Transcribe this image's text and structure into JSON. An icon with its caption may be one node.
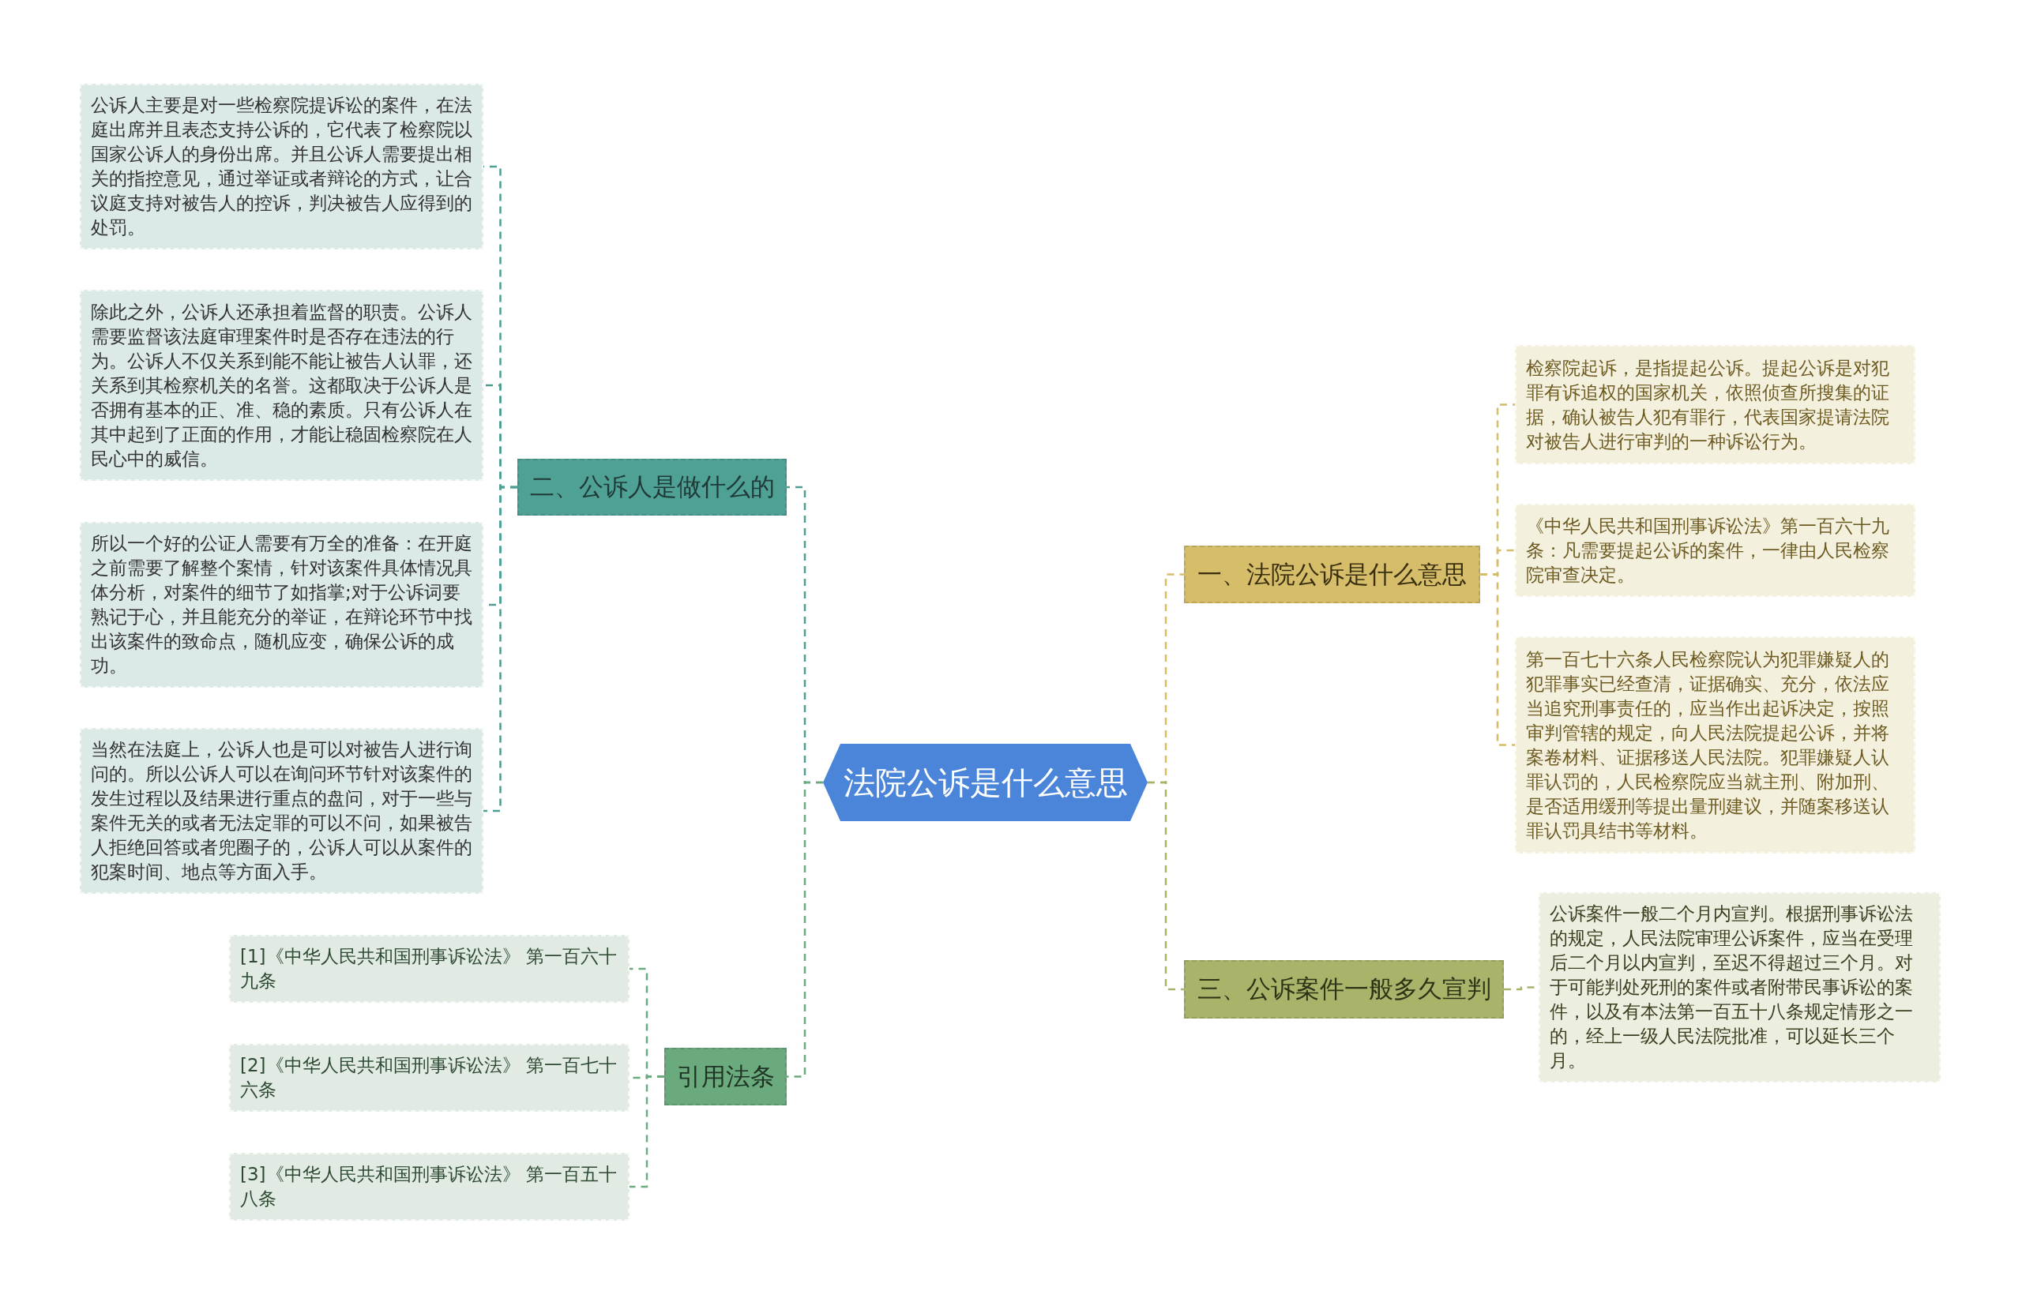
{
  "diagram": {
    "nodes": [
      {
        "text": [
          "法院公诉是什么意思"
        ]
      },
      {
        "text": [
          "二、公诉人是做什么的"
        ]
      },
      {
        "text": [
          "公诉人主要是对一些检察院提诉讼的案件，在法庭出席并且表态支持公诉的，它代表了检察院以国家公诉人的身份出席。并且公诉人需要提出相关的指控意见，通过举证或者辩论的方式，让合议庭支持对被告人的控诉，判决被告人应得到的处罚。"
        ]
      },
      {
        "text": [
          "除此之外，公诉人还承担着监督的职责。公诉人需要监督该法庭审理案件时是否存在违法的行为。公诉人不仅关系到能不能让被告人认罪，还关系到其检察机关的名誉。这都取决于公诉人是否拥有基本的正、准、稳的素质。只有公诉人在其中起到了正面的作用，才能让稳固检察院在人民心中的威信。"
        ]
      },
      {
        "text": [
          "所以一个好的公证人需要有万全的准备：在开庭之前需要了解整个案情，针对该案件具体情况具体分析，对案件的细节了如指掌;对于公诉词要熟记于心，并且能充分的举证，在辩论环节中找出该案件的致命点，随机应变，确保公诉的成功。"
        ]
      },
      {
        "text": [
          "当然在法庭上，公诉人也是可以对被告人进行询问的。所以公诉人可以在询问环节针对该案件的发生过程以及结果进行重点的盘问，对于一些与案件无关的或者无法定罪的可以不问，如果被告人拒绝回答或者兜圈子的，公诉人可以从案件的犯案时间、地点等方面入手。"
        ]
      },
      {
        "text": [
          "引用法条"
        ]
      },
      {
        "text": [
          "[1]《中华人民共和国刑事诉讼法》 第一百六十九条"
        ]
      },
      {
        "text": [
          "[2]《中华人民共和国刑事诉讼法》 第一百七十六条"
        ]
      },
      {
        "text": [
          "[3]《中华人民共和国刑事诉讼法》 第一百五十八条"
        ]
      },
      {
        "text": [
          "一、法院公诉是什么意思"
        ]
      },
      {
        "text": [
          "检察院起诉，是指提起公诉。提起公诉是对犯罪有诉追权的国家机关，依照侦查所搜集的证据，确认被告人犯有罪行，代表国家提请法院对被告人进行审判的一种诉讼行为。"
        ]
      },
      {
        "text": [
          "《中华人民共和国刑事诉讼法》第一百六十九条：凡需要提起公诉的案件，一律由人民检察院审查决定。"
        ]
      },
      {
        "text": [
          "第一百七十六条人民检察院认为犯罪嫌疑人的犯罪事实已经查清，证据确实、充分，依法应当追究刑事责任的，应当作出起诉决定，按照审判管辖的规定，向人民法院提起公诉，并将案卷材料、证据移送人民法院。犯罪嫌疑人认罪认罚的，人民检察院应当就主刑、附加刑、是否适用缓刑等提出量刑建议，并随案移送认罪认罚具结书等材料。"
        ]
      },
      {
        "text": [
          "三、公诉案件一般多久宣判"
        ]
      },
      {
        "text": [
          "公诉案件一般二个月内宣判。根据刑事诉讼法的规定，人民法院审理公诉案件，应当在受理后二个月以内宣判，至迟不得超过三个月。对于可能判处死刑的案件或者附带民事诉讼的案件，以及有本法第一百五十八条规定情形之一的，经上一级人民法院批准，可以延长三个月。"
        ]
      }
    ],
    "edges": [
      {
        "from": 0,
        "to": 1,
        "arrow": "none",
        "style": "dashed",
        "color": "#4f9e94"
      },
      {
        "from": 1,
        "to": 2,
        "arrow": "none",
        "style": "dashed",
        "color": "#4f9e94"
      },
      {
        "from": 1,
        "to": 3,
        "arrow": "none",
        "style": "dashed",
        "color": "#4f9e94"
      },
      {
        "from": 1,
        "to": 4,
        "arrow": "none",
        "style": "dashed",
        "color": "#4f9e94"
      },
      {
        "from": 1,
        "to": 5,
        "arrow": "none",
        "style": "dashed",
        "color": "#4f9e94"
      },
      {
        "from": 0,
        "to": 6,
        "arrow": "none",
        "style": "dashed",
        "color": "#6aaa7c"
      },
      {
        "from": 6,
        "to": 7,
        "arrow": "none",
        "style": "dashed",
        "color": "#6aaa7c"
      },
      {
        "from": 6,
        "to": 8,
        "arrow": "none",
        "style": "dashed",
        "color": "#6aaa7c"
      },
      {
        "from": 6,
        "to": 9,
        "arrow": "none",
        "style": "dashed",
        "color": "#6aaa7c"
      },
      {
        "from": 0,
        "to": 10,
        "arrow": "none",
        "style": "dashed",
        "color": "#d4bc68"
      },
      {
        "from": 10,
        "to": 11,
        "arrow": "none",
        "style": "dashed",
        "color": "#d4bc68"
      },
      {
        "from": 10,
        "to": 12,
        "arrow": "none",
        "style": "dashed",
        "color": "#d4bc68"
      },
      {
        "from": 10,
        "to": 13,
        "arrow": "none",
        "style": "dashed",
        "color": "#d4bc68"
      },
      {
        "from": 0,
        "to": 14,
        "arrow": "none",
        "style": "dashed",
        "color": "#a8b36a"
      },
      {
        "from": 14,
        "to": 15,
        "arrow": "none",
        "style": "dashed",
        "color": "#a8b36a"
      }
    ]
  }
}
